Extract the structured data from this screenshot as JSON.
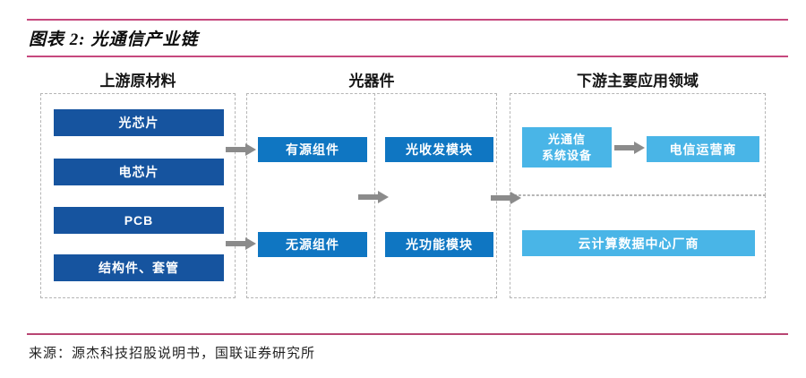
{
  "figure": {
    "title": "图表 2: 光通信产业链",
    "source": "来源：源杰科技招股说明书，国联证券研究所"
  },
  "diagram": {
    "upstream": {
      "header": "上游原材料",
      "items": [
        "光芯片",
        "电芯片",
        "PCB",
        "结构件、套管"
      ]
    },
    "midstream": {
      "header": "光器件",
      "components": [
        "有源组件",
        "无源组件"
      ],
      "modules": [
        "光收发模块",
        "光功能模块"
      ]
    },
    "downstream": {
      "header": "下游主要应用领域",
      "equipment_line1": "光通信",
      "equipment_line2": "系统设备",
      "telecom": "电信运营商",
      "cloud": "云计算数据中心厂商"
    }
  },
  "colors": {
    "upstream_box": "#16549f",
    "midstream_box": "#0f76c2",
    "downstream_box": "#49b5e7",
    "arrow": "#8b8b8b",
    "rule_pink": "#c6487e",
    "dashed_border": "#b5b5b5"
  }
}
